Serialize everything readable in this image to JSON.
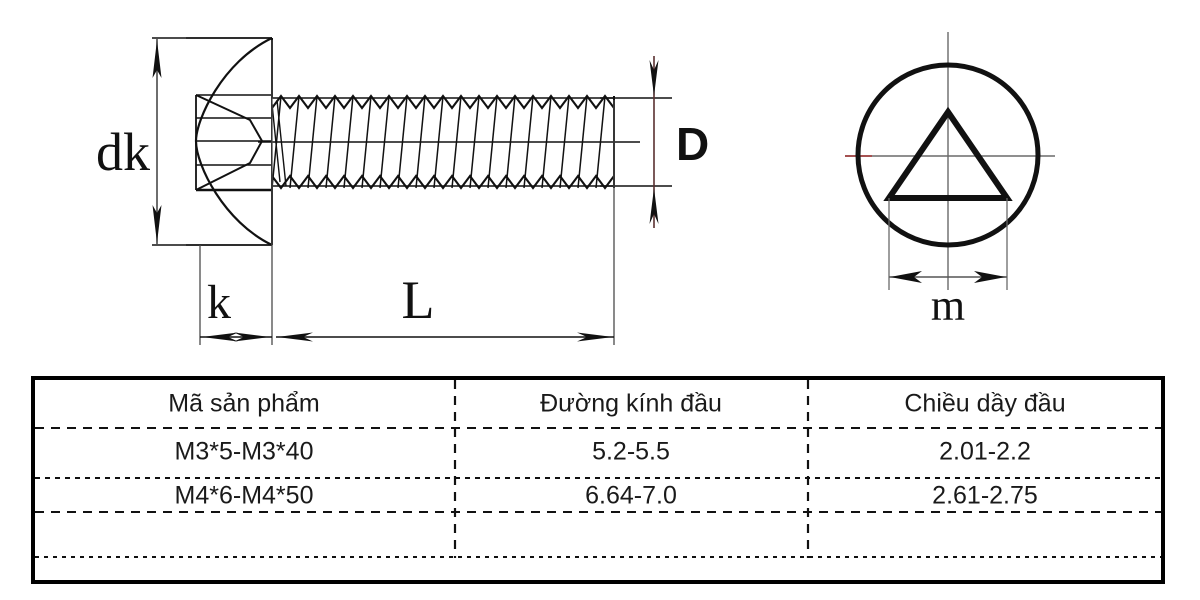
{
  "drawing": {
    "title_dimensions": {
      "head_diameter_label": "dk",
      "head_height_label": "k",
      "thread_length_label": "L",
      "thread_diameter_label": "D",
      "drive_size_label": "m"
    },
    "views": {
      "side_view_name": "pan-head-screw-side-view",
      "end_view_name": "triangular-drive-end-view"
    },
    "colors": {
      "line": "#111111",
      "centerline": "#8a3a3a",
      "table_border": "#000000",
      "text": "#1a1a1a"
    }
  },
  "table": {
    "headers": [
      "Mã sản phẩm",
      "Đường kính đầu",
      "Chiều dầy đầu"
    ],
    "rows": [
      [
        "M3*5-M3*40",
        "5.2-5.5",
        "2.01-2.2"
      ],
      [
        "M4*6-M4*50",
        "6.64-7.0",
        "2.61-2.75"
      ],
      [
        "",
        "",
        ""
      ],
      [
        "",
        "",
        ""
      ]
    ]
  }
}
